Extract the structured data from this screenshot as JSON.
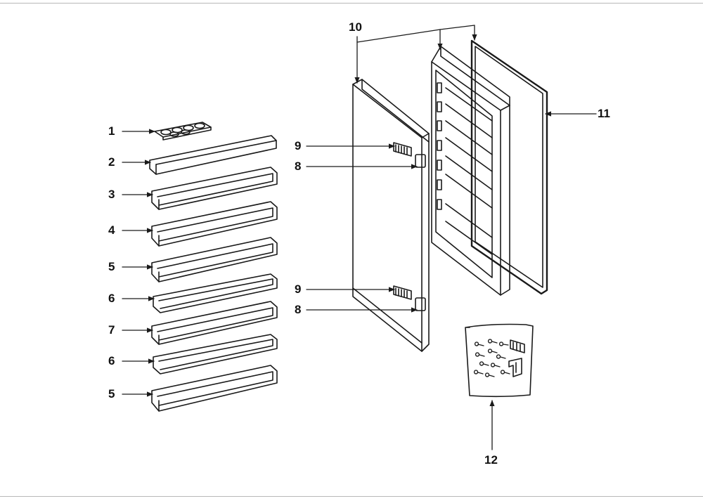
{
  "diagram": {
    "type": "exploded parts diagram",
    "ink_color": "#1a1a1a",
    "paper_color": "#ffffff",
    "callouts": {
      "c1": "1",
      "c2": "2",
      "c3": "3",
      "c4": "4",
      "c5a": "5",
      "c6a": "6",
      "c7": "7",
      "c6b": "6",
      "c5b": "5",
      "c9a": "9",
      "c8a": "8",
      "c9b": "9",
      "c8b": "8",
      "c10": "10",
      "c11": "11",
      "c12": "12"
    }
  }
}
